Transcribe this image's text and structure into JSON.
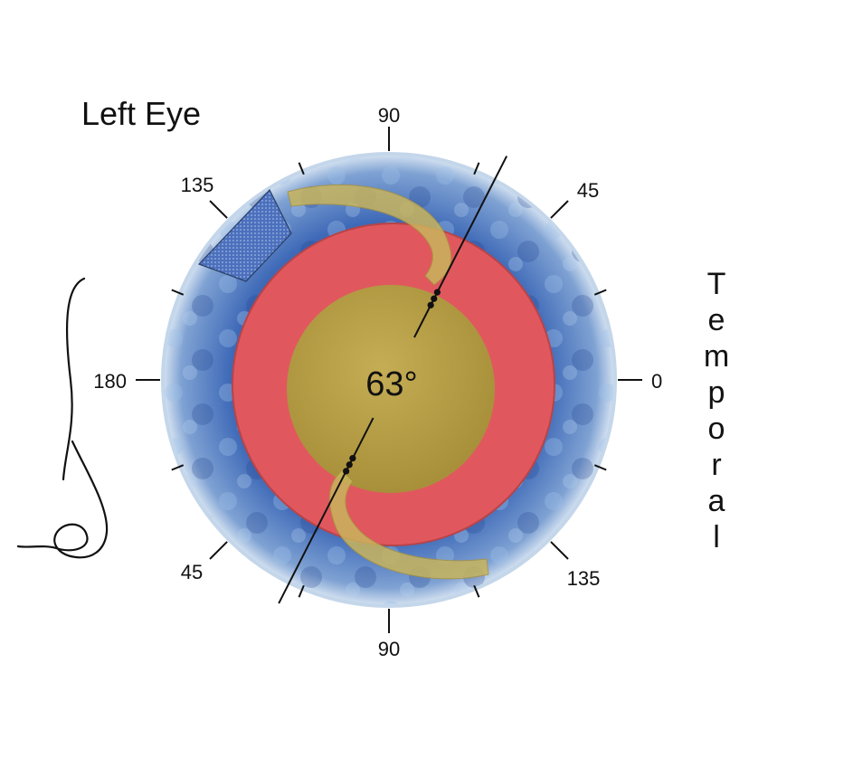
{
  "title": "Left Eye",
  "side_label": "Temporal",
  "axis_angle_label": "63°",
  "degree_labels": {
    "top": "90",
    "bottom": "90",
    "right": "0",
    "left": "180",
    "upper_left": "135",
    "upper_right": "45",
    "lower_left": "45",
    "lower_right": "135"
  },
  "axis_degrees": 63,
  "colors": {
    "eye_blue": "#3c66b8",
    "iris_red": "#e0585e",
    "lens_gold": "#b49a3e",
    "haptic_gold": "#c8b45c"
  },
  "icons": {
    "nose": "nose-outline-icon",
    "incision": "incision-patch-icon"
  }
}
